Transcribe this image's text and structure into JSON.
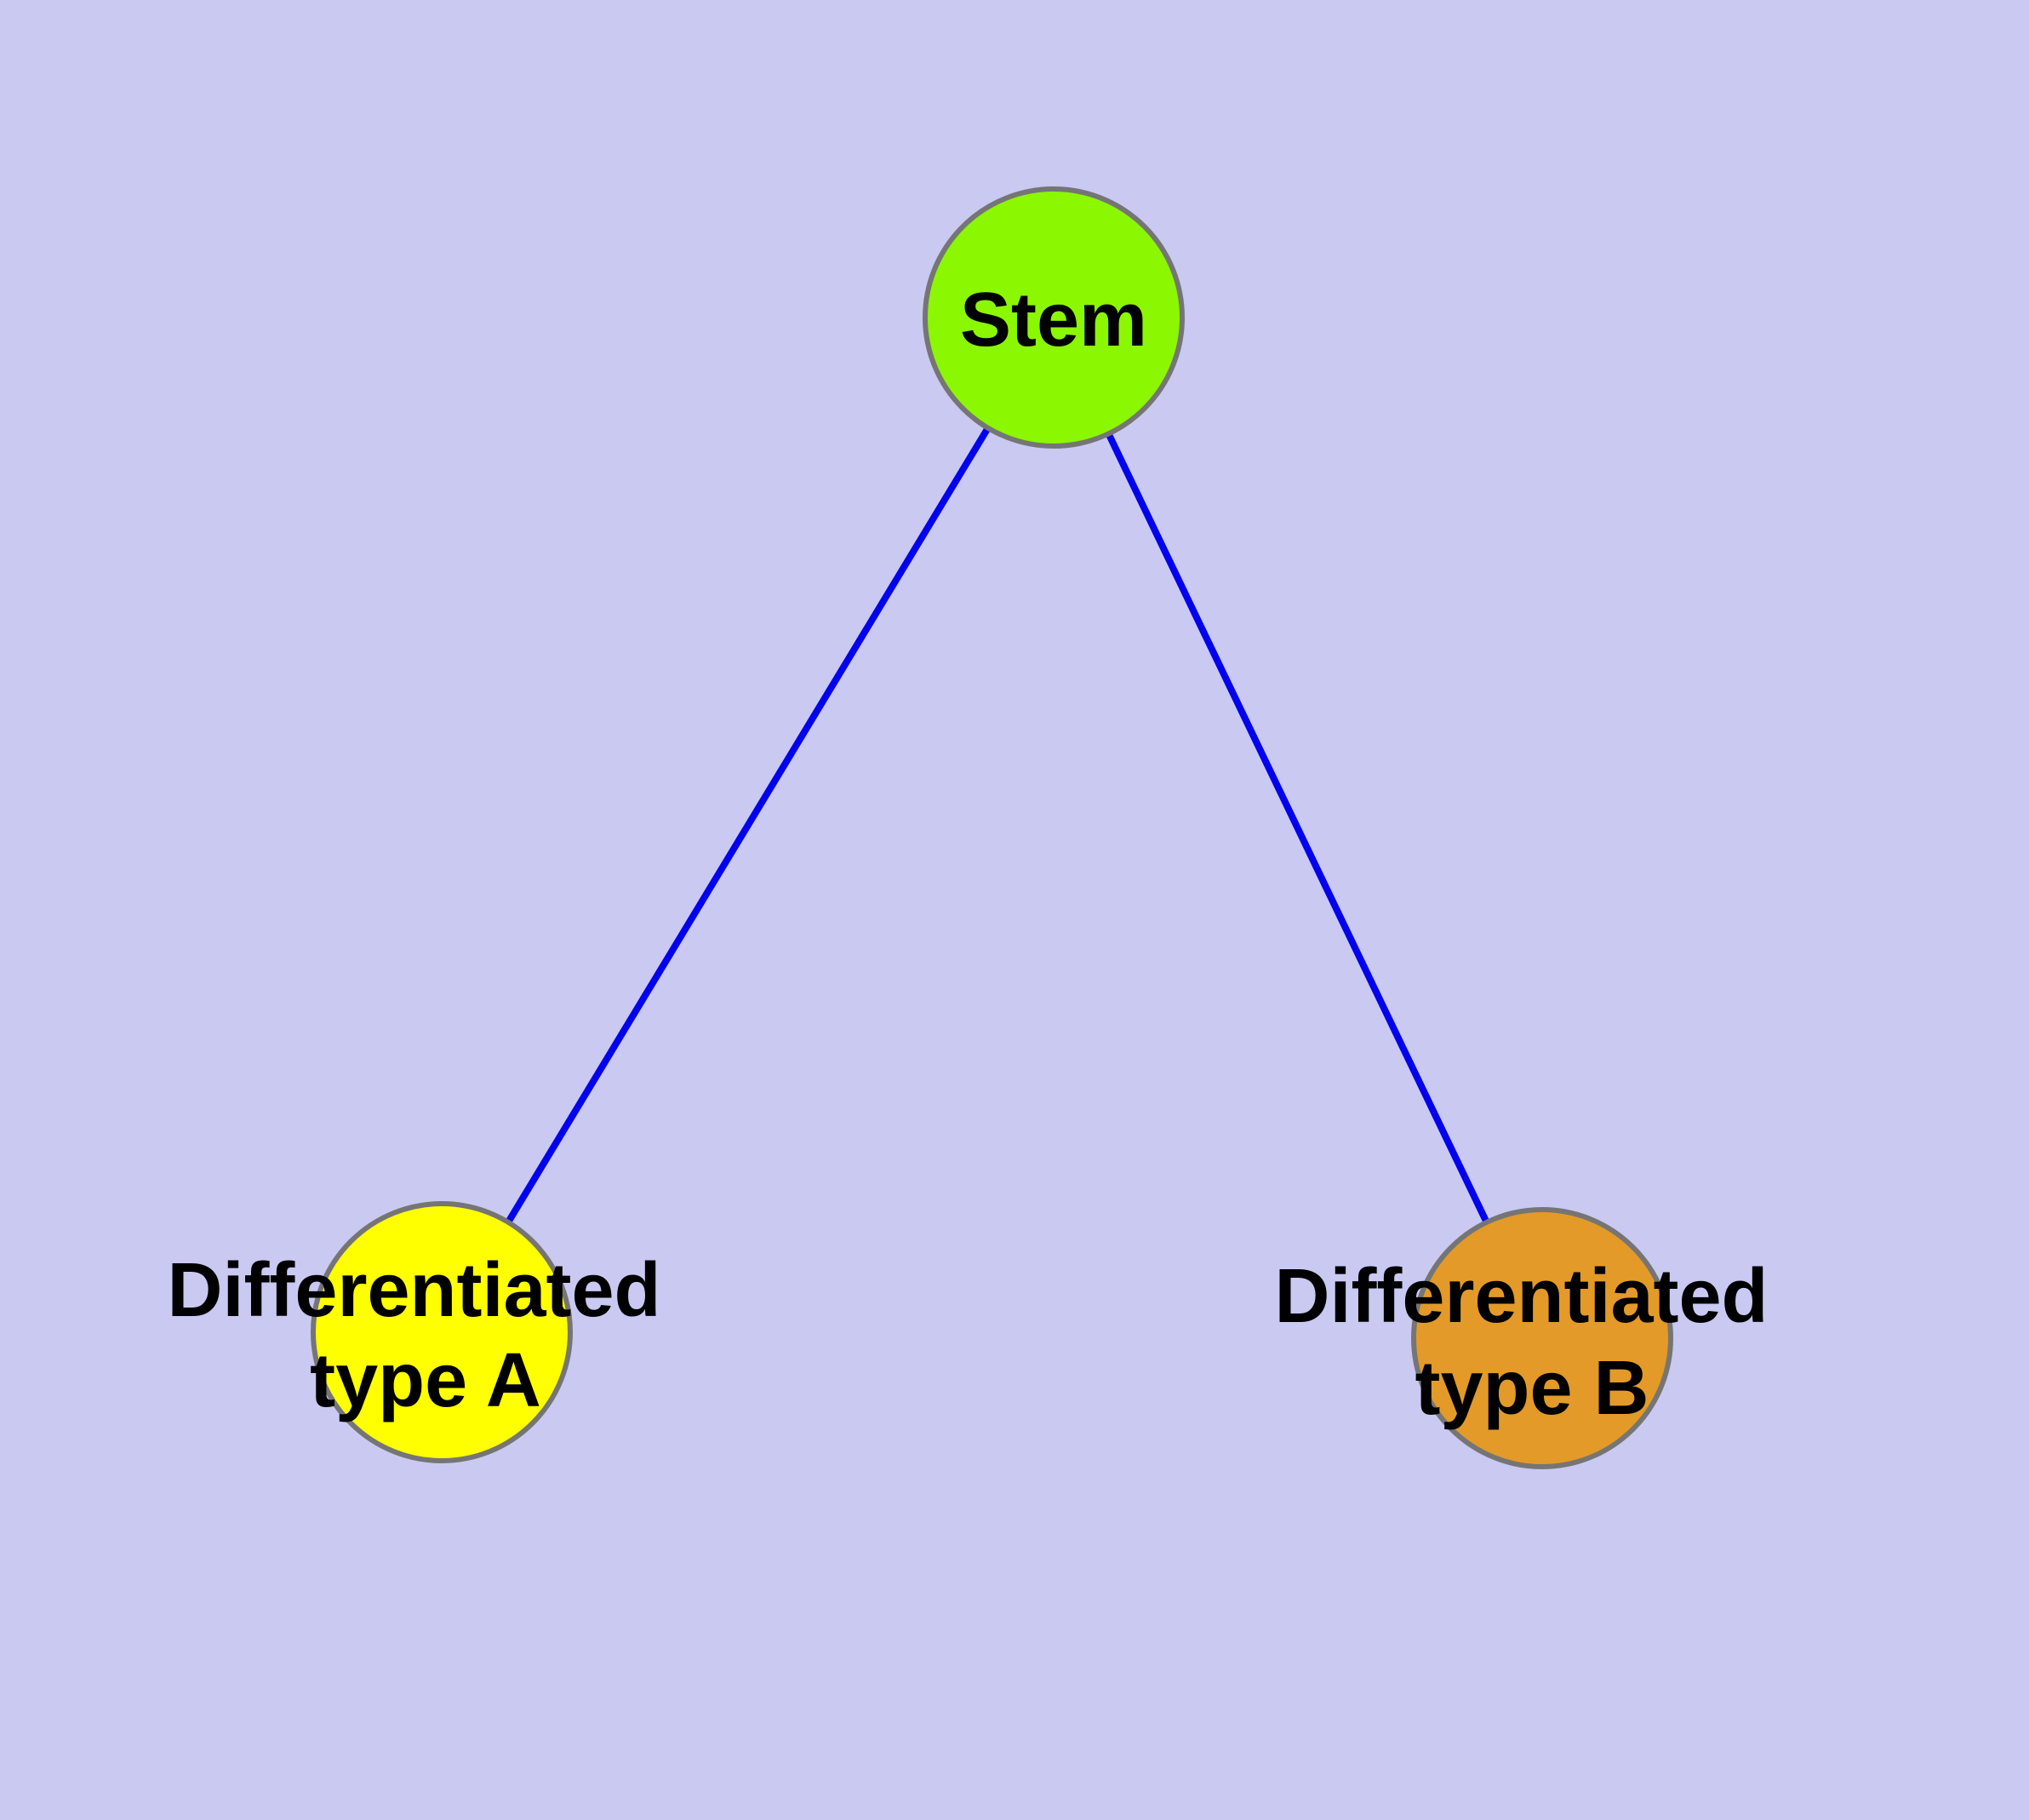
{
  "diagram": {
    "type": "node-link-graph",
    "background_color": "#C9C9F2",
    "edge_color": "#0202EE",
    "node_border_color": "#757575",
    "label_color": "#000000",
    "nodes": [
      {
        "id": "stem",
        "label": "Stem",
        "color": "#8BF700"
      },
      {
        "id": "differentiated-type-a",
        "label": "Differentiated type A",
        "label_line1": "Differentiated",
        "label_line2": "type A",
        "color": "#FFFF00"
      },
      {
        "id": "differentiated-type-b",
        "label": "Differentiated type B",
        "label_line1": "Differentiated",
        "label_line2": "type B",
        "color": "#E39A28"
      }
    ],
    "edges": [
      {
        "source": "stem",
        "target": "differentiated-type-a"
      },
      {
        "source": "stem",
        "target": "differentiated-type-b"
      }
    ]
  }
}
